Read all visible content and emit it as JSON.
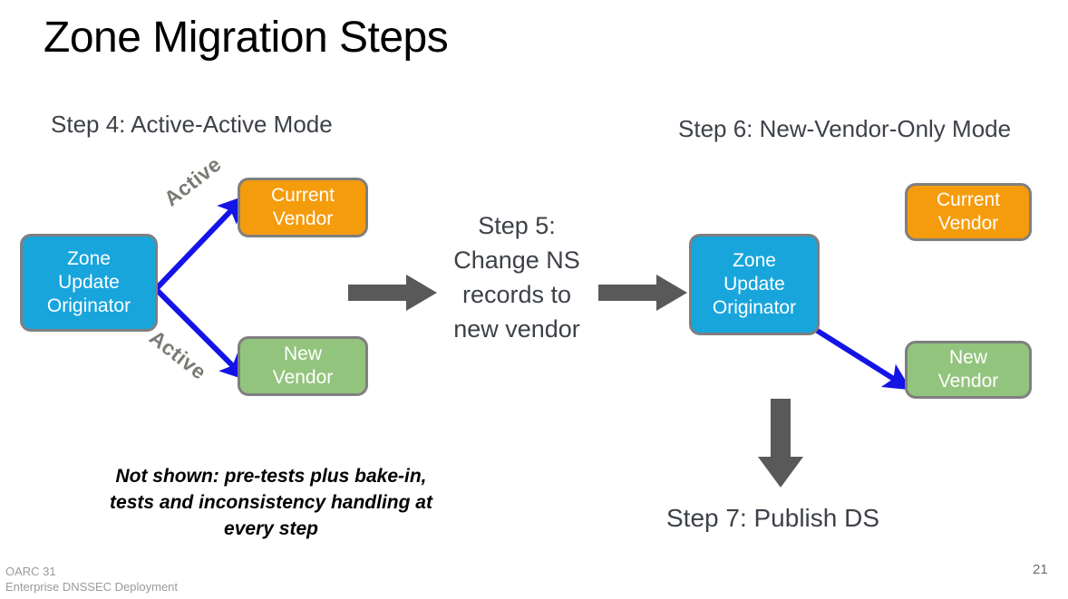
{
  "slide": {
    "title": "Zone Migration Steps",
    "page_number": "21",
    "footer_line1": "OARC 31",
    "footer_line2": "Enterprise DNSSEC Deployment",
    "background": "#ffffff"
  },
  "colors": {
    "title_text": "#000000",
    "heading_text": "#3d4148",
    "node_blue": "#18a5dc",
    "node_orange": "#f59c0c",
    "node_green": "#93c47d",
    "node_border": "#7f7f7f",
    "node_text": "#ffffff",
    "blue_arrow": "#1414e6",
    "gray_arrow": "#595959",
    "active_label": "#7a7a75",
    "footer_text": "#9a9a9a"
  },
  "step4": {
    "heading": "Step 4: Active-Active Mode",
    "zone_box": {
      "line1": "Zone",
      "line2": "Update",
      "line3": "Originator"
    },
    "current_vendor_box": {
      "line1": "Current",
      "line2": "Vendor"
    },
    "new_vendor_box": {
      "line1": "New",
      "line2": "Vendor"
    },
    "arrow_label_upper": "Active",
    "arrow_label_lower": "Active"
  },
  "step5": {
    "line1": "Step 5:",
    "line2": "Change NS",
    "line3": "records to",
    "line4": "new vendor"
  },
  "step6": {
    "heading": "Step 6: New-Vendor-Only Mode",
    "zone_box": {
      "line1": "Zone",
      "line2": "Update",
      "line3": "Originator"
    },
    "current_vendor_box": {
      "line1": "Current",
      "line2": "Vendor"
    },
    "new_vendor_box": {
      "line1": "New",
      "line2": "Vendor"
    }
  },
  "step7": {
    "heading": "Step 7: Publish DS"
  },
  "note": {
    "line1": "Not shown: pre-tests plus bake-in,",
    "line2": "tests and inconsistency handling at",
    "line3": "every step"
  }
}
